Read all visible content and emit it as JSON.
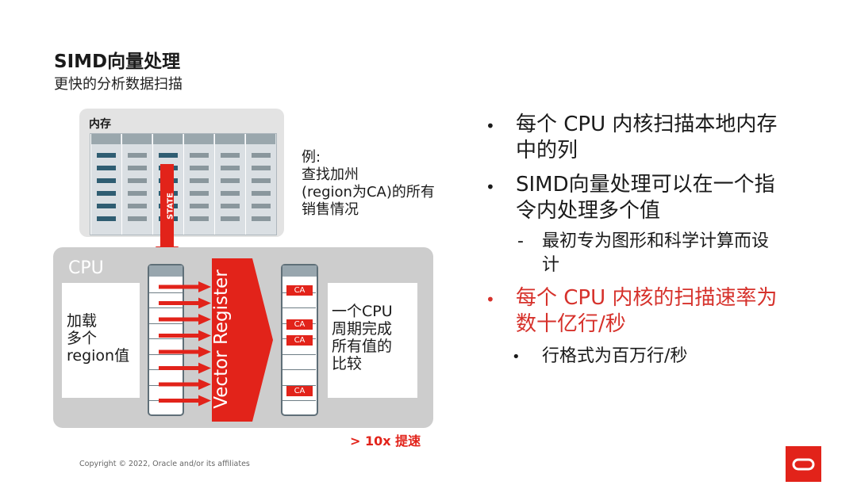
{
  "slide": {
    "title": "SIMD向量处理",
    "subtitle": "更快的分析数据扫描"
  },
  "diagram": {
    "memory_label": "内存",
    "state_label": "STATE",
    "example_lines": [
      "例:",
      "查找加州",
      "(region为CA)的所有",
      "销售情况"
    ],
    "cpu_label": "CPU",
    "load_lines": [
      "加载",
      "多个",
      "region值"
    ],
    "vector_register_label": "Vector Register",
    "ca_tag": "CA",
    "compare_lines": [
      "一个CPU",
      "周期完成",
      "所有值的",
      "比较"
    ],
    "speedup": "> 10x 提速"
  },
  "bullets": {
    "b1_line1": "每个 CPU 内核扫描本地内存",
    "b1_line2": "中的列",
    "b2_line1": "SIMD向量处理可以在一个指",
    "b2_line2": "令内处理多个值",
    "sub1_line1": "最初专为图形和科学计算而设",
    "sub1_line2": "计",
    "b3_line1": "每个 CPU 内核的扫描速率为",
    "b3_line2": "数十亿行/秒",
    "sub2": "行格式为百万行/秒",
    "bullet_glyph": "•",
    "dash_glyph": "-"
  },
  "footer": {
    "copyright": "Copyright © 2022, Oracle and/or its affiliates"
  },
  "colors": {
    "accent_red": "#e2231a",
    "bullet_red": "#d6312b",
    "panel_gray": "#cdcdcd",
    "memory_gray": "#e3e3e3"
  }
}
